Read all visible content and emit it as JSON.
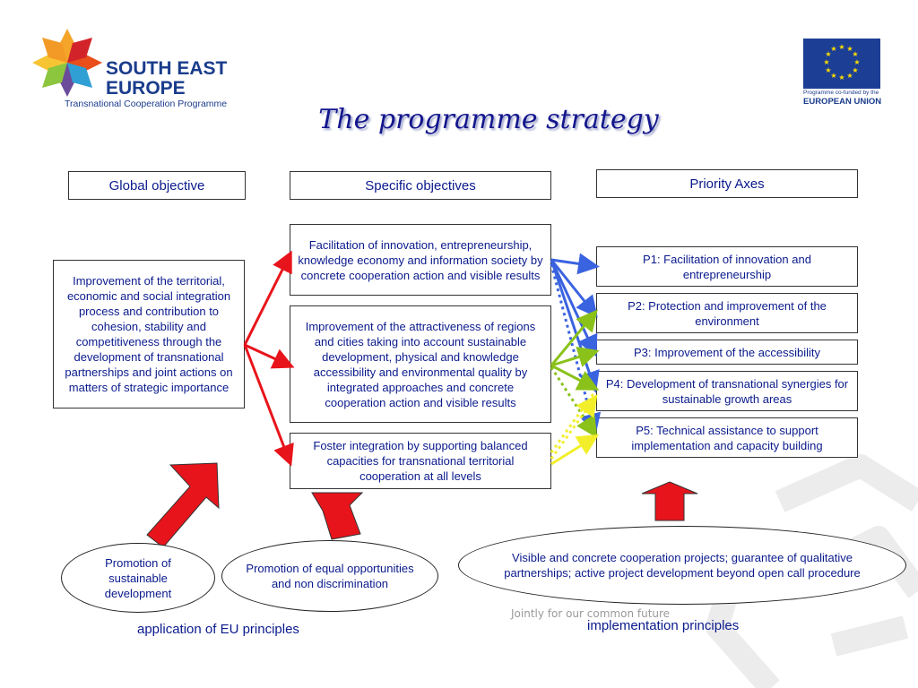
{
  "logo": {
    "line1": "SOUTH EAST",
    "line2": "EUROPE",
    "line3": "Transnational Cooperation Programme"
  },
  "eu": {
    "caption_small": "Programme co-funded by the",
    "caption_big": "EUROPEAN UNION"
  },
  "title": "The programme strategy",
  "headers": {
    "global": "Global objective",
    "specific": "Specific objectives",
    "priority": "Priority Axes"
  },
  "global_objective": "Improvement of the territorial, economic and social integration process and contribution to cohesion, stability and competitiveness through the development of transnational partnerships and joint actions on matters of strategic importance",
  "specific_objectives": [
    "Facilitation of innovation, entrepreneurship, knowledge economy and information society by concrete cooperation action and visible results",
    "Improvement of the attractiveness of regions and cities taking into account sustainable development, physical and knowledge accessibility and environmental quality by integrated approaches and concrete cooperation action and visible results",
    "Foster integration by supporting balanced capacities for transnational territorial cooperation at all levels"
  ],
  "priority_axes": [
    "P1: Facilitation of innovation and entrepreneurship",
    "P2: Protection and improvement of the environment",
    "P3: Improvement of the accessibility",
    "P4: Development of transnational synergies for sustainable growth areas",
    "P5: Technical assistance to support implementation and capacity building"
  ],
  "principles": {
    "sustainable": "Promotion of sustainable development",
    "equal": "Promotion of equal opportunities and non discrimination",
    "implementation": "Visible and concrete cooperation projects; guarantee of qualitative partnerships; active project development beyond open call procedure"
  },
  "labels": {
    "eu_principles": "application of EU principles",
    "implementation_principles": "implementation principles",
    "jointly": "Jointly for our common future"
  },
  "colors": {
    "text": "#0a1a8c",
    "red_arrow": "#e8141b",
    "blue_arrow": "#3a63e0",
    "green_arrow": "#8ac21a",
    "yellow_arrow": "#f2ef2a"
  }
}
